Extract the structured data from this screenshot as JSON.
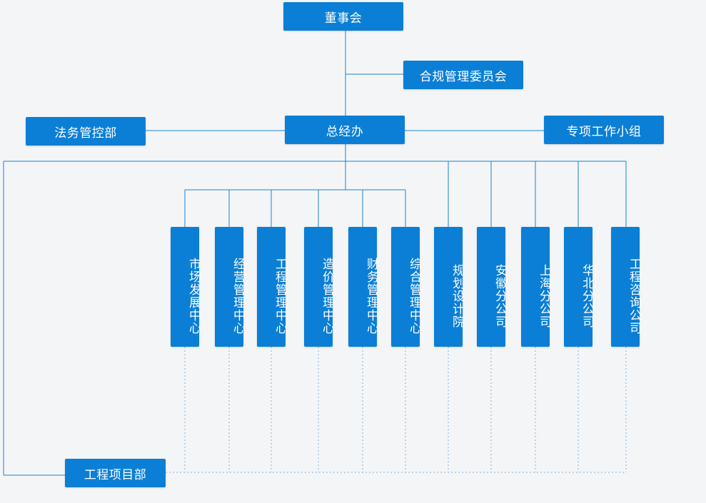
{
  "board": "董事会",
  "compliance": "合规管理委员会",
  "gm_office": "总经办",
  "legal": "法务管控部",
  "special_team": "专项工作小组",
  "project_dept": "工程项目部",
  "departments": [
    "市场发展中心",
    "经营管理中心",
    "工程管理中心",
    "造价管理中心",
    "财务管理中心",
    "综合管理中心",
    "规划设计院",
    "安徽分公司",
    "上海分公司",
    "华北分公司",
    "工程咨询公司"
  ],
  "colors": {
    "box": "#0b7fd6",
    "line": "#1a83d0",
    "background": "#f4f5f6"
  }
}
